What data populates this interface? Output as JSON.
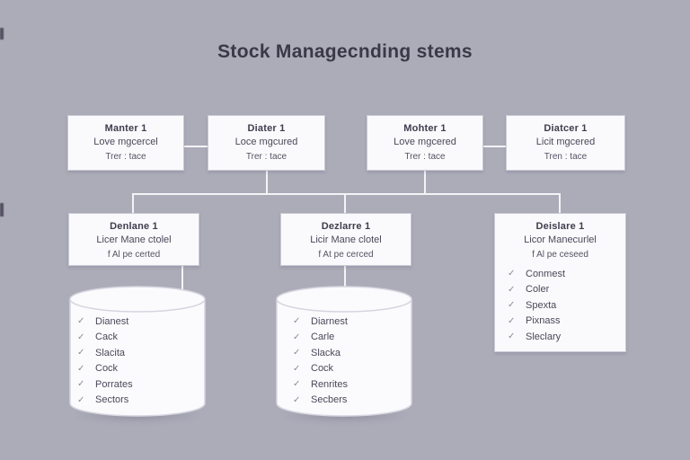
{
  "title": "Stock Managecnding stems",
  "icons": {
    "check": "✓"
  },
  "top_row": [
    {
      "name": "Manter 1",
      "line2": "Love mgcercel",
      "line3": "Trer : tace"
    },
    {
      "name": "Diater 1",
      "line2": "Loce mgcured",
      "line3": "Trer : tace"
    },
    {
      "name": "Mohter 1",
      "line2": "Love mgcered",
      "line3": "Trer : tace"
    },
    {
      "name": "Diatcer 1",
      "line2": "Licit mgcered",
      "line3": "Tren : tace"
    }
  ],
  "mid_row": [
    {
      "name": "Denlane 1",
      "line2": "Licer Mane ctolel",
      "line3": "f Al pe certed"
    },
    {
      "name": "Dezlarre 1",
      "line2": "Licir Mane clotel",
      "line3": "f At pe cerced"
    },
    {
      "name": "Deislare 1",
      "line2": "Licor Manecurlel",
      "line3": "f Al pe ceseed"
    }
  ],
  "side_list": {
    "items": [
      "Conmest",
      "Coler",
      "Spexta",
      "Pixnass",
      "Sleclary"
    ]
  },
  "cylinders": [
    {
      "items": [
        "Dianest",
        "Cack",
        "Slacita",
        "Cock",
        "Porrates",
        "Sectors"
      ]
    },
    {
      "items": [
        "Diarnest",
        "Carle",
        "Slacka",
        "Cock",
        "Renrites",
        "Secbers"
      ]
    }
  ],
  "colors": {
    "background": "#acabb8",
    "node_fill": "#fafafc",
    "node_border": "#cac9d6",
    "text": "#45435a",
    "connector": "#f4f4f7",
    "check": "#8b8a99"
  }
}
